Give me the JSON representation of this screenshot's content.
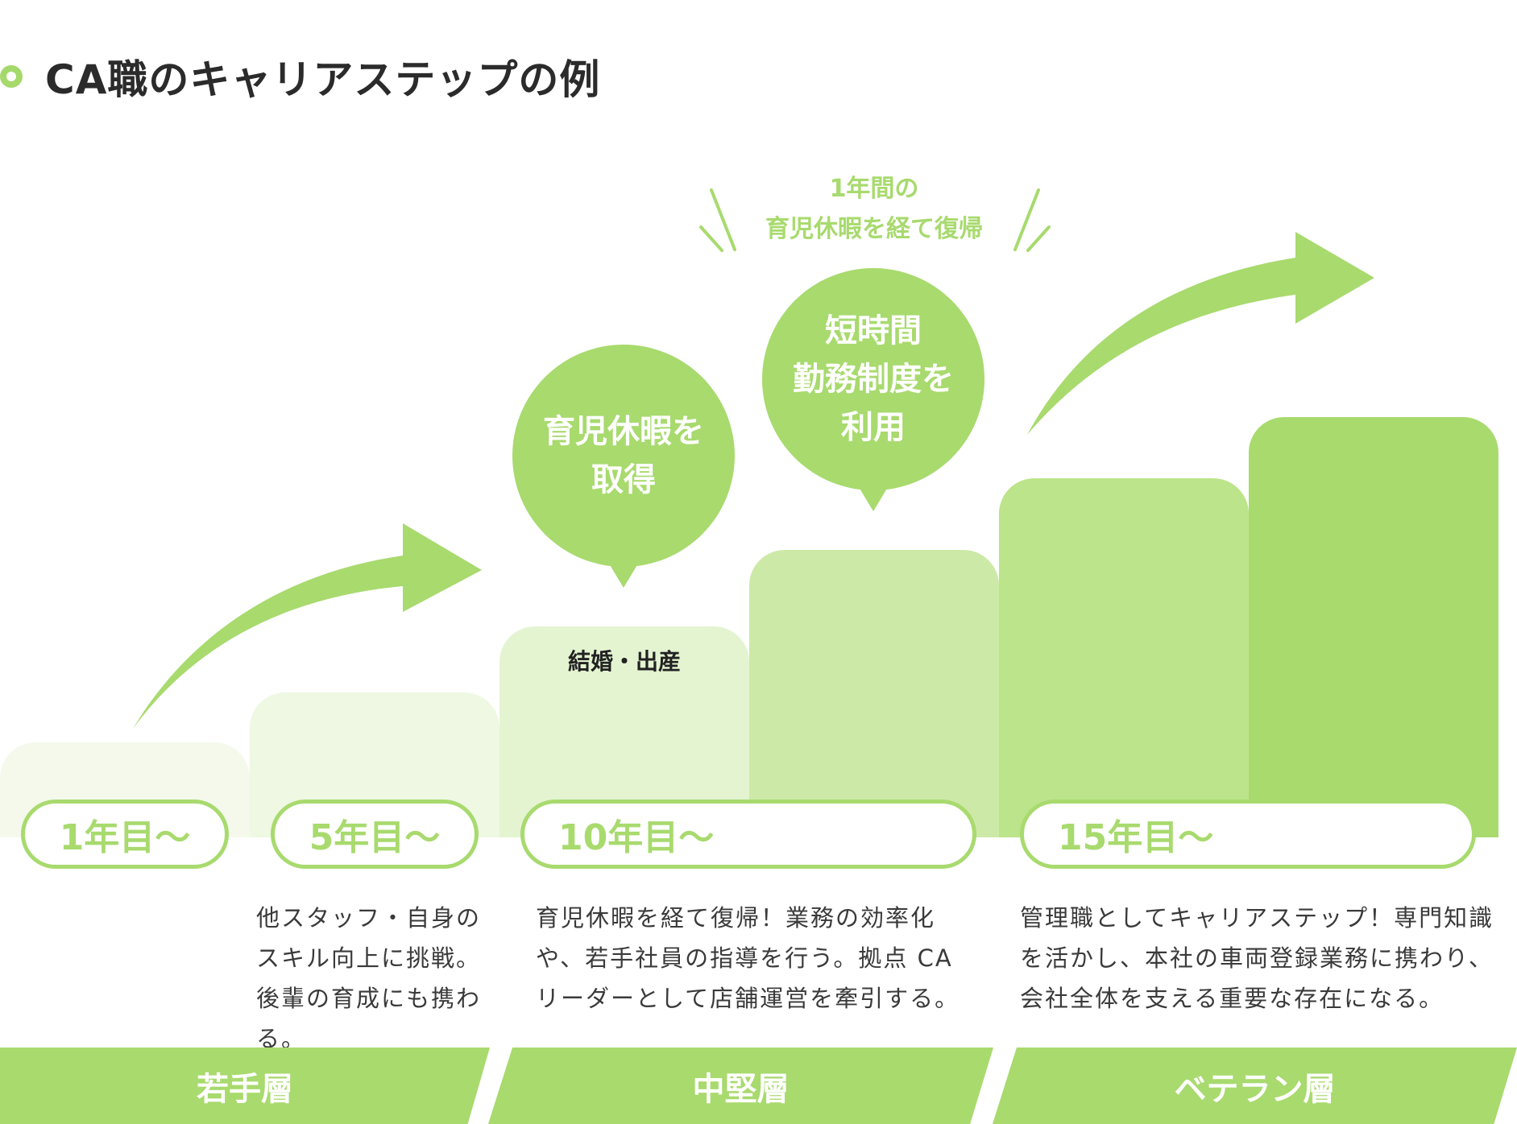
{
  "title": "CA職のキャリアステップの例",
  "colors": {
    "accent": "#a8da6e",
    "text": "#2b2b2b"
  },
  "steps": {
    "marker_label": "結婚・出産"
  },
  "pills": [
    "1年目〜",
    "5年目〜",
    "10年目〜",
    "15年目〜"
  ],
  "bubbles": {
    "childcare_leave": "育児休暇を\n取得",
    "short_hours": "短時間\n勤務制度を\n利用"
  },
  "note": "1年間の\n育児休暇を経て復帰",
  "descriptions": {
    "five_year": "他スタッフ・自身のスキル向上に挑戦。後輩の育成にも携わる。",
    "ten_year": "育児休暇を経て復帰！業務の効率化や、若手社員の指導を行う。拠点 CA リーダーとして店舗運営を牽引する。",
    "fifteen_year": "管理職としてキャリアステップ！専門知識を活かし、本社の車両登録業務に携わり、会社全体を支える重要な存在になる。"
  },
  "bands": [
    "若手層",
    "中堅層",
    "ベテラン層"
  ]
}
